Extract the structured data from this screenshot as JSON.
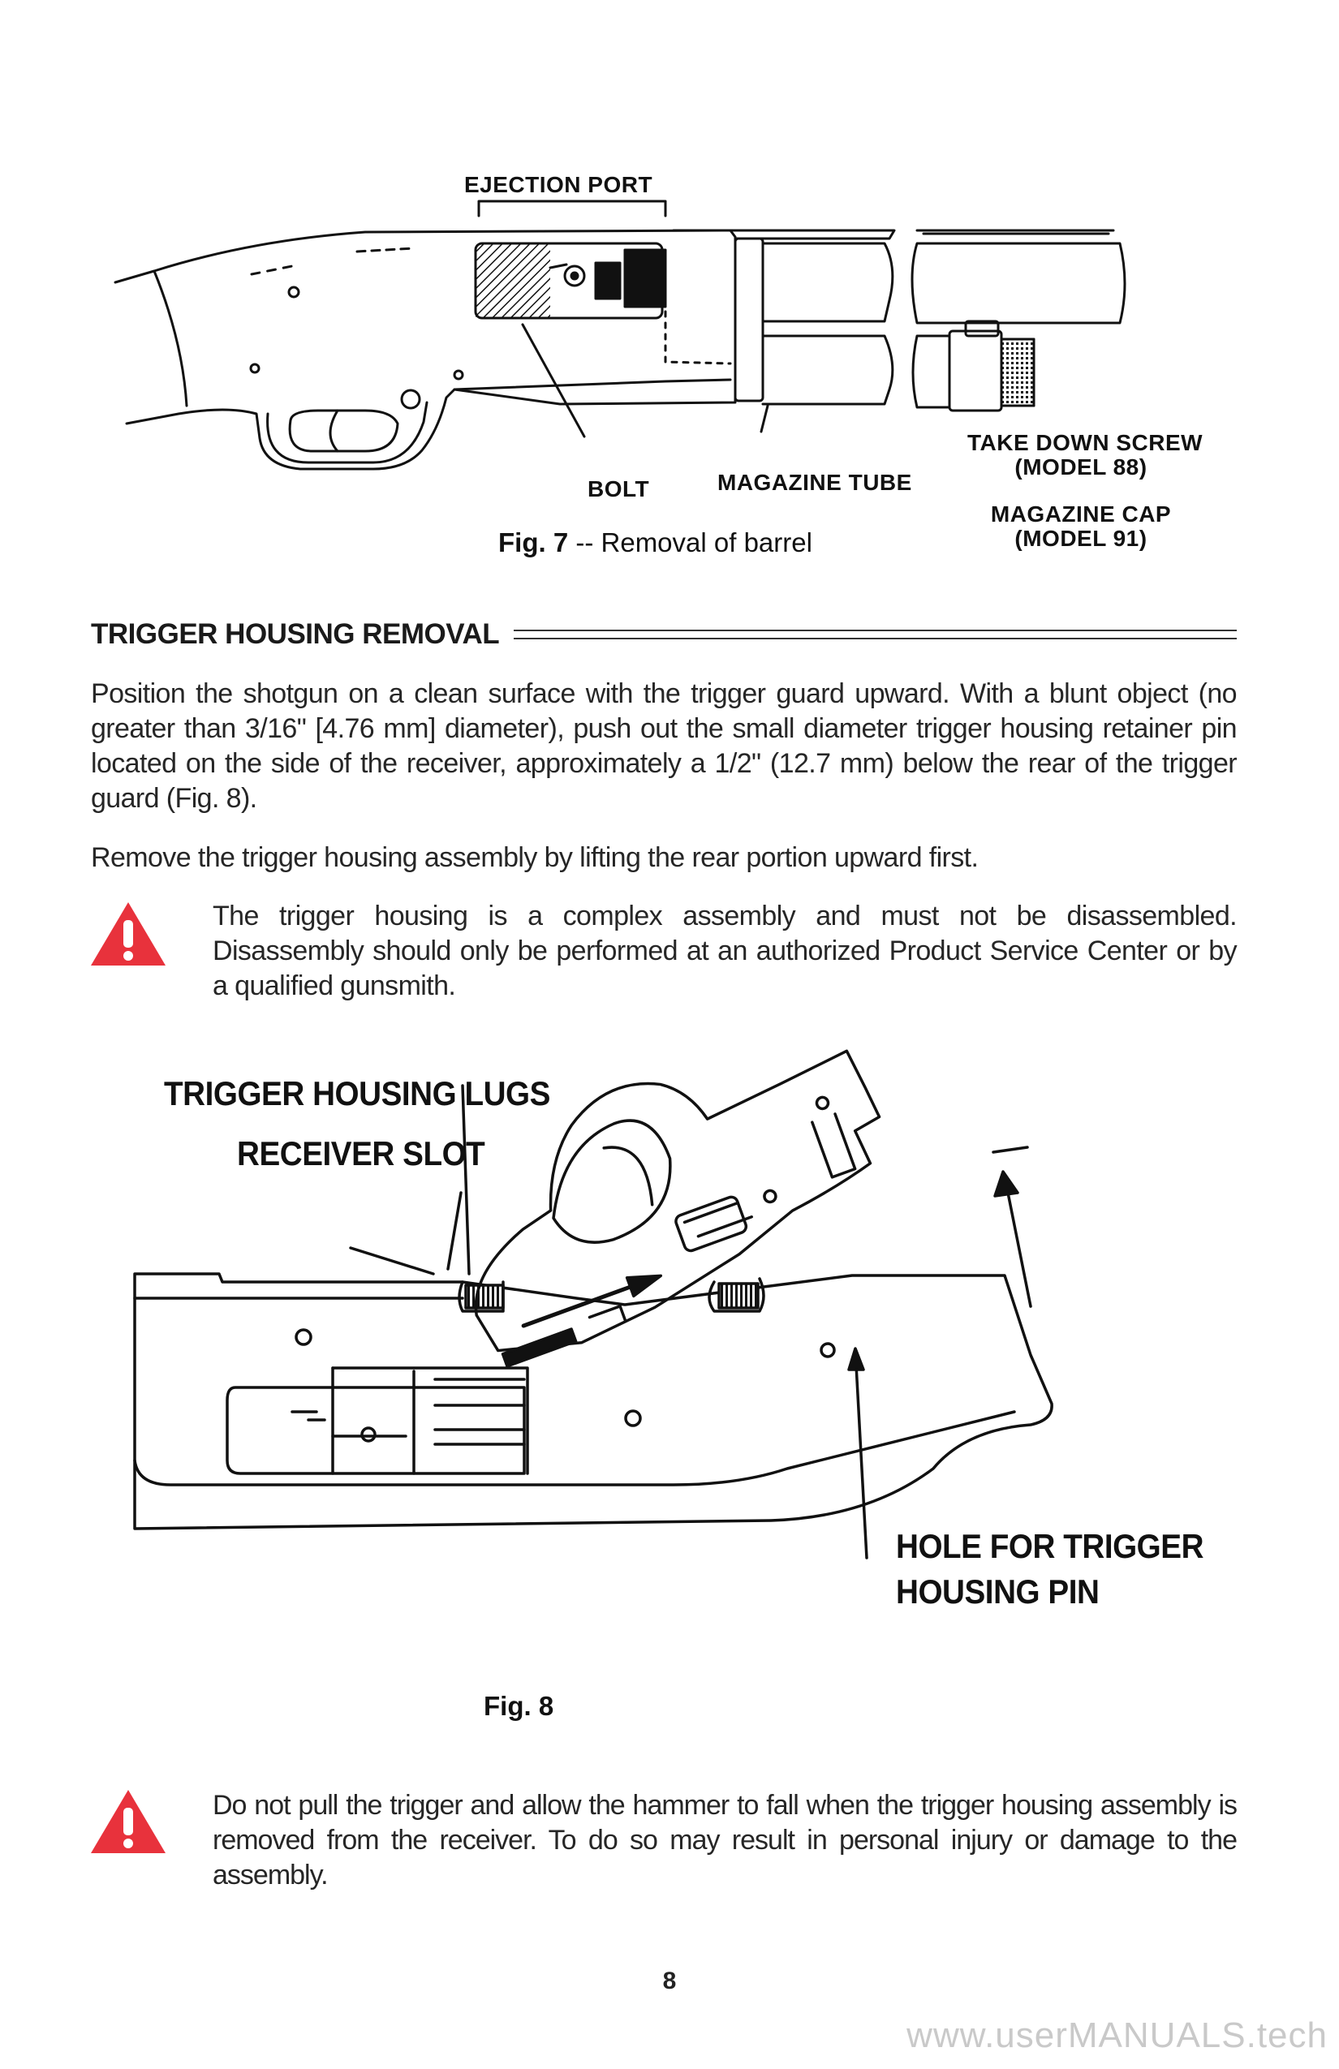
{
  "figure7": {
    "labels": {
      "ejection_port": "EJECTION PORT",
      "bolt": "BOLT",
      "magazine_tube": "MAGAZINE TUBE",
      "take_down_screw": "TAKE DOWN SCREW",
      "take_down_screw_model": "(MODEL 88)",
      "magazine_cap": "MAGAZINE CAP",
      "magazine_cap_model": "(MODEL 91)"
    },
    "caption_prefix": "Fig. 7",
    "caption_text": " -- Removal of barrel"
  },
  "section": {
    "heading": "TRIGGER HOUSING REMOVAL",
    "paragraph1": "Position the shotgun on a clean surface with the trigger guard upward. With a blunt object (no greater than 3/16\" [4.76 mm] diameter), push out the small diameter trigger housing retainer pin located on the side of the receiver, approximately a 1/2\" (12.7 mm) below the rear of the trigger guard (Fig. 8).",
    "paragraph2": "Remove the trigger housing assembly by lifting the rear portion upward first."
  },
  "warnings": [
    {
      "icon": "warning-triangle-icon",
      "text": "The trigger housing is a complex assembly and must not be disassembled. Disassembly should only be performed at an authorized Product Service Center or by  a qualified gunsmith."
    },
    {
      "icon": "warning-triangle-icon",
      "text": "Do not pull the trigger and allow the hammer to fall when the trigger housing  assembly is removed from the receiver. To do so may result in personal injury or damage to the assembly."
    }
  ],
  "figure8": {
    "labels": {
      "trigger_housing_lugs": "TRIGGER HOUSING LUGS",
      "receiver_slot": "RECEIVER SLOT",
      "hole_line1": "HOLE FOR TRIGGER",
      "hole_line2": "HOUSING PIN"
    },
    "caption": "Fig. 8"
  },
  "page_number": "8",
  "watermark": "www.userMANUALS.tech",
  "colors": {
    "warning_red": "#e8323c",
    "text": "#262626",
    "watermark": "#c9c9c9"
  }
}
